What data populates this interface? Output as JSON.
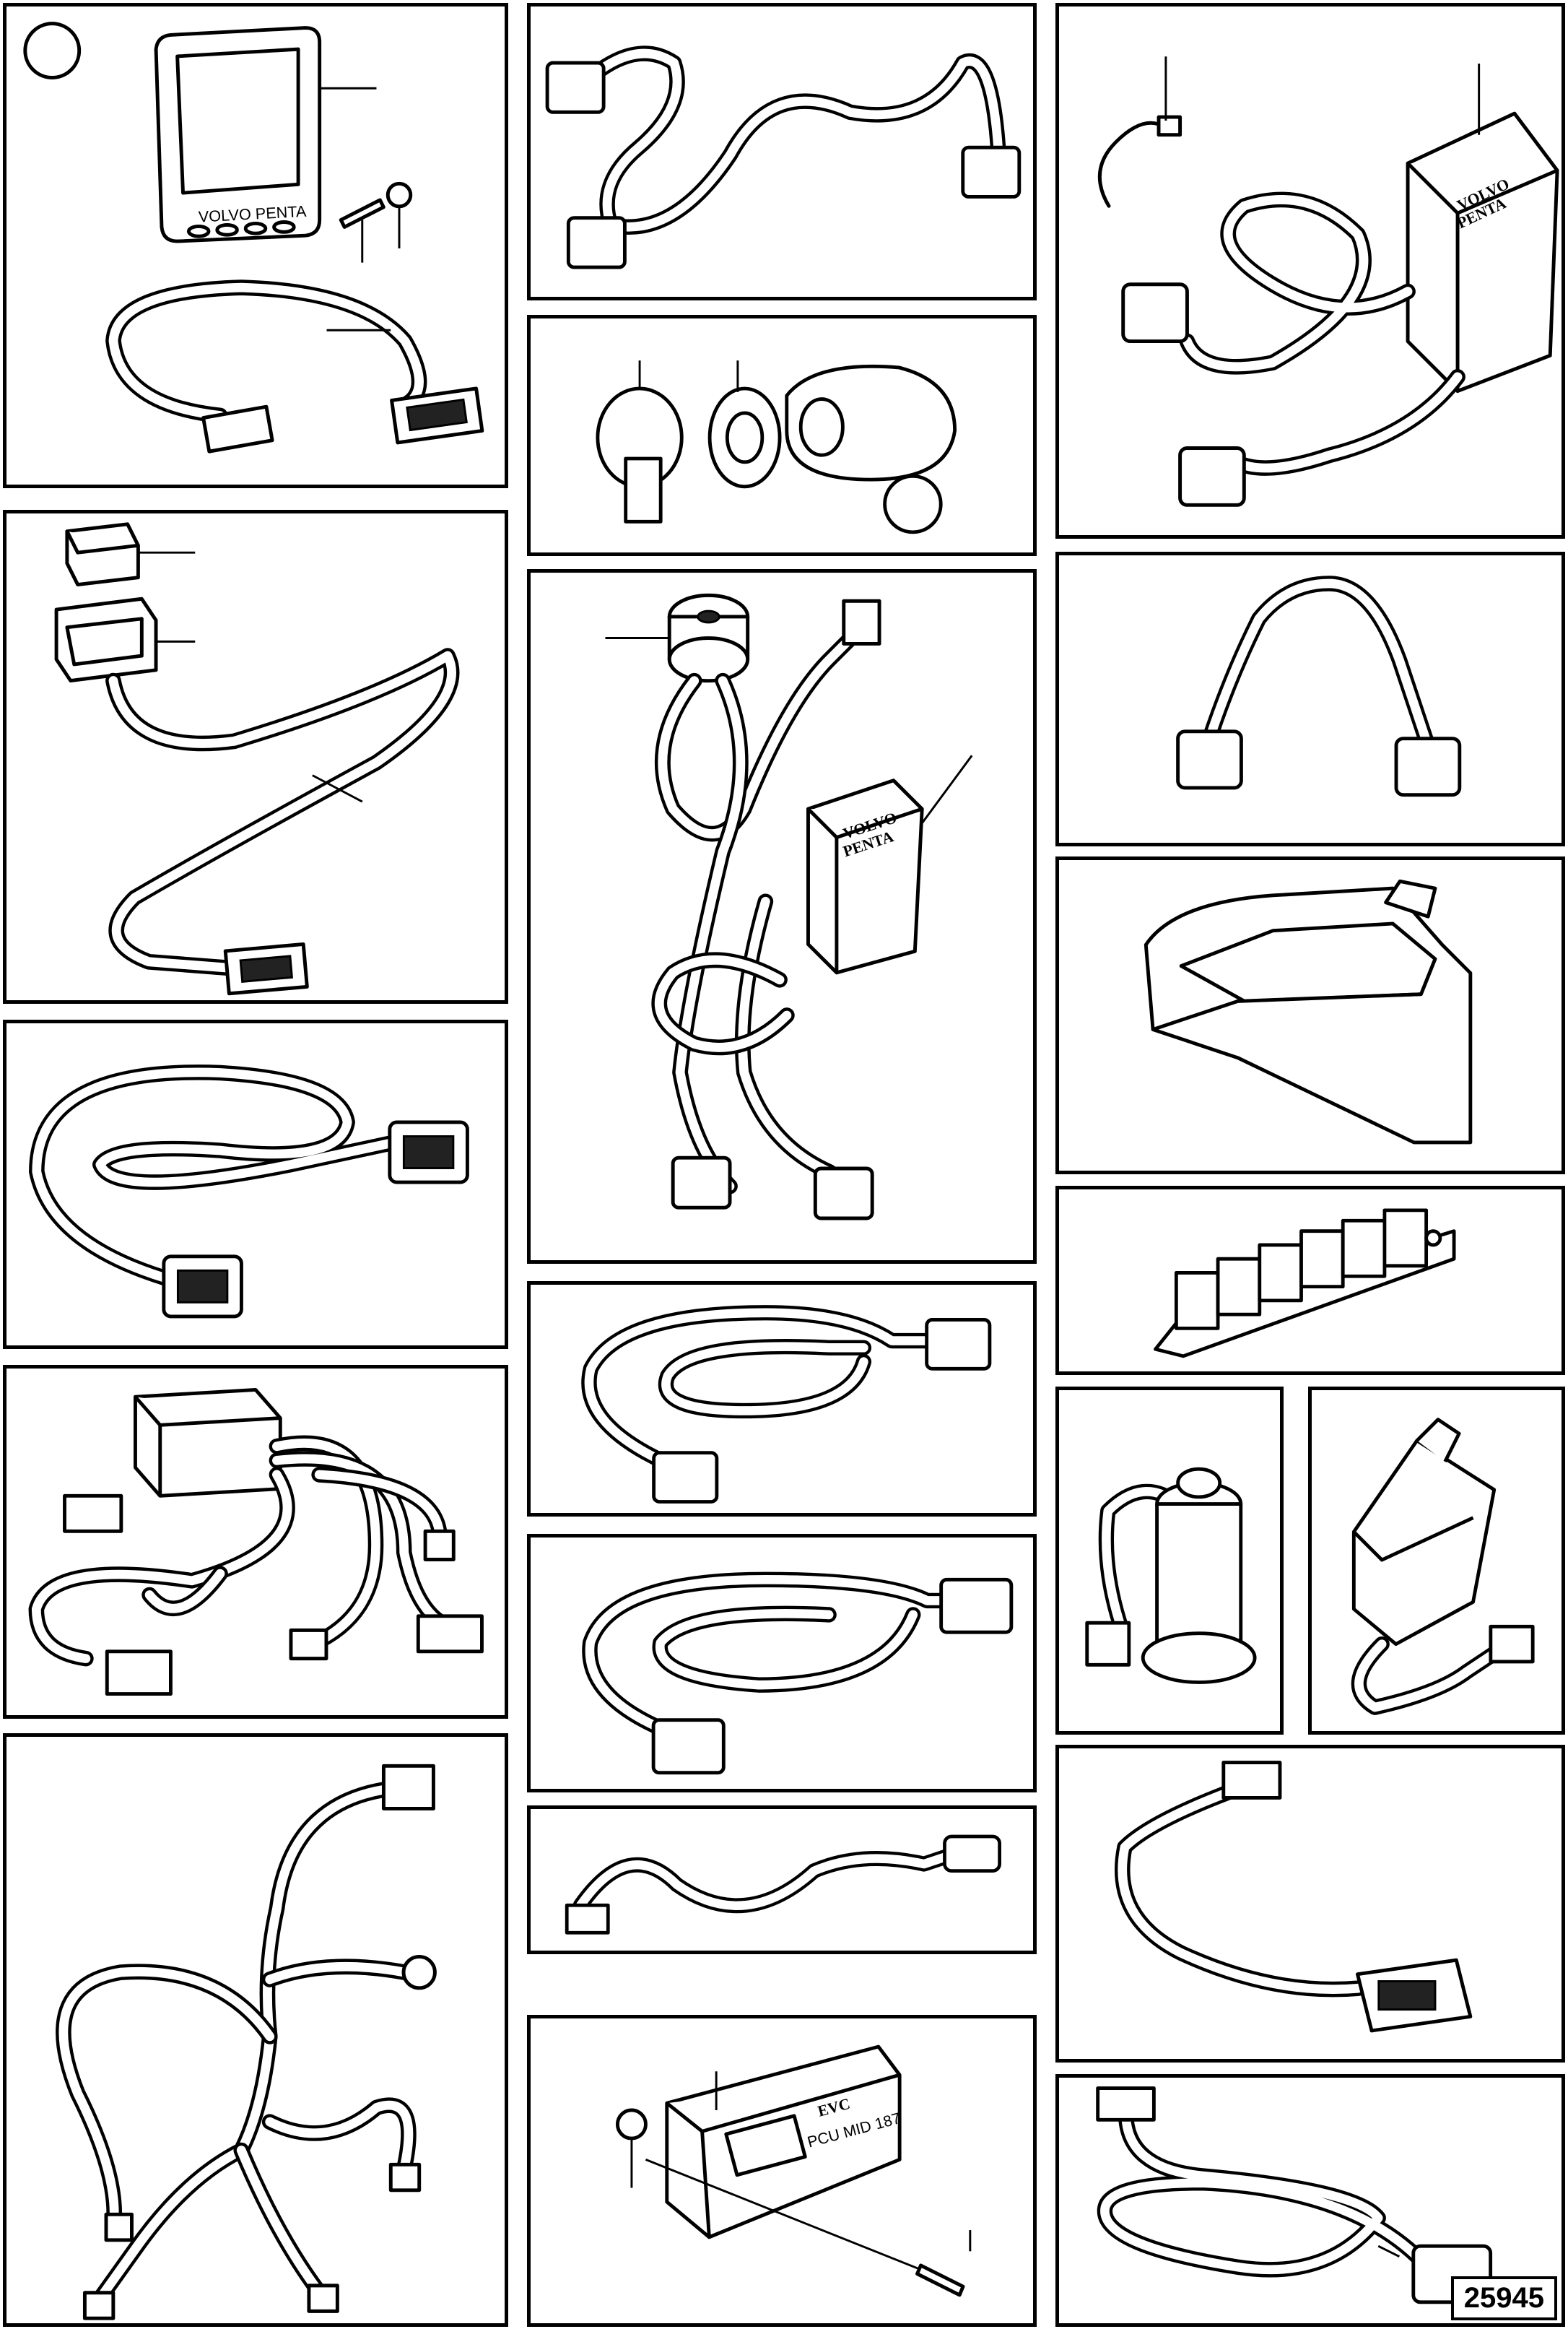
{
  "drawing_number": "25945",
  "brand_lines": [
    "VOLVO",
    "PENTA"
  ],
  "display_bezel_text": "VOLVO PENTA",
  "ecu_text": {
    "logo": "EVC",
    "model": "PCU MID 187"
  },
  "panel_items": [
    "display-kit",
    "extension-harness-a",
    "panel-socket-kit",
    "relay-harness",
    "buzzer-unit-harness",
    "splitter-module",
    "extension-harness-b",
    "y-harness",
    "plug-bracket",
    "terminator-block",
    "depth-transducer",
    "speed-transducer",
    "engine-wire-harness",
    "adapter-harness",
    "sensor-cable",
    "signal-cable",
    "evc-pcu-kit",
    "coiled-harness",
    "extension-harness-c",
    "jumper-harness-d"
  ]
}
